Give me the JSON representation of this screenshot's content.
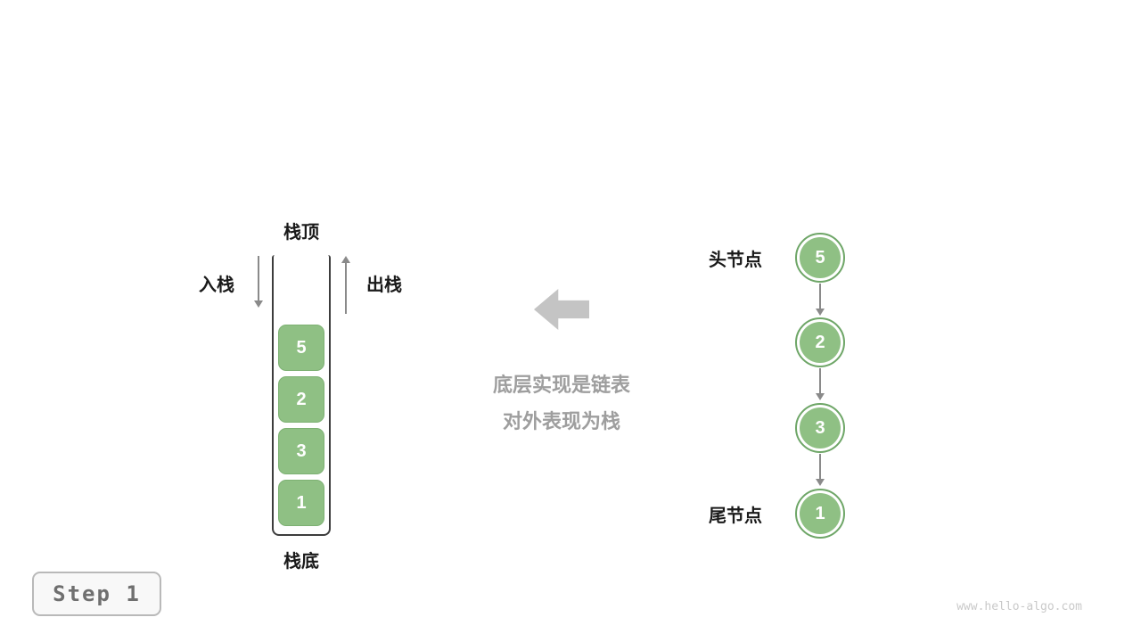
{
  "stack": {
    "top_label": "栈顶",
    "bottom_label": "栈底",
    "push_label": "入栈",
    "pop_label": "出栈",
    "items": [
      "5",
      "2",
      "3",
      "1"
    ]
  },
  "transform_note": {
    "line1": "底层实现是链表",
    "line2": "对外表现为栈"
  },
  "linked_list": {
    "head_label": "头节点",
    "tail_label": "尾节点",
    "nodes": [
      "5",
      "2",
      "3",
      "1"
    ]
  },
  "footer": {
    "step_badge": "Step 1",
    "watermark": "www.hello-algo.com"
  },
  "colors": {
    "node_fill": "#8fc084",
    "node_border": "#6ea667",
    "arrow_gray": "#8a8a8a",
    "caption_gray": "#9e9e9e"
  }
}
